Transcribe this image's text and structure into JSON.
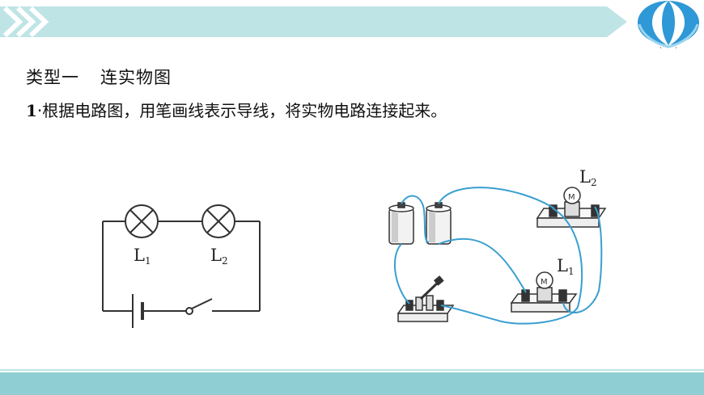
{
  "section": {
    "title": "类型一",
    "subtitle": "连实物图"
  },
  "question": {
    "number": "1",
    "bullet": "·",
    "text": "根据电路图，用笔画线表示导线，将实物电路连接起来。"
  },
  "circuit_diagram": {
    "lamp1": {
      "letter": "L",
      "sub": "1"
    },
    "lamp2": {
      "letter": "L",
      "sub": "2"
    }
  },
  "physical_circuit": {
    "lamp1": {
      "letter": "L",
      "sub": "1"
    },
    "lamp2": {
      "letter": "L",
      "sub": "2"
    },
    "bulb_mark": "M"
  },
  "colors": {
    "banner": "#bfe4e6",
    "chevron": "#ffffff",
    "wire": "#3a9fd0",
    "bottom_band": "#8fcfd4",
    "balloon_blue": "#2f98d6"
  }
}
